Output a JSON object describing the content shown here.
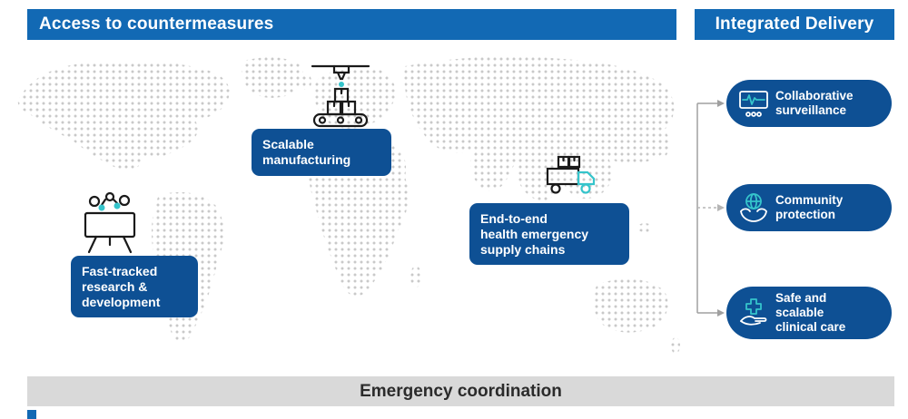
{
  "colors": {
    "header_blue": "#1269b4",
    "panel_blue": "#0e5094",
    "teal": "#35c4cb",
    "dot_gray": "#c9c9c9",
    "bar_gray": "#d9d9d9",
    "connector_gray": "#a0a0a0",
    "footer_text": "#2b2b2b"
  },
  "header_left": {
    "label": "Access to countermeasures"
  },
  "header_right": {
    "label": "Integrated Delivery"
  },
  "map_labels": [
    {
      "icon": "research-icon",
      "lines": [
        "Fast-tracked",
        "research &",
        "development"
      ]
    },
    {
      "icon": "factory-conveyor-icon",
      "lines": [
        "Scalable",
        "manufacturing"
      ]
    },
    {
      "icon": "delivery-truck-icon",
      "lines": [
        "End-to-end",
        "health emergency",
        "supply chains"
      ]
    }
  ],
  "delivery_items": [
    {
      "icon": "surveillance-monitor-icon",
      "lines": [
        "Collaborative",
        "surveillance"
      ]
    },
    {
      "icon": "globe-hands-icon",
      "lines": [
        "Community",
        "protection"
      ]
    },
    {
      "icon": "clinical-care-hand-icon",
      "lines": [
        "Safe and",
        "scalable",
        "clinical care"
      ]
    }
  ],
  "footer": {
    "label": "Emergency coordination"
  }
}
